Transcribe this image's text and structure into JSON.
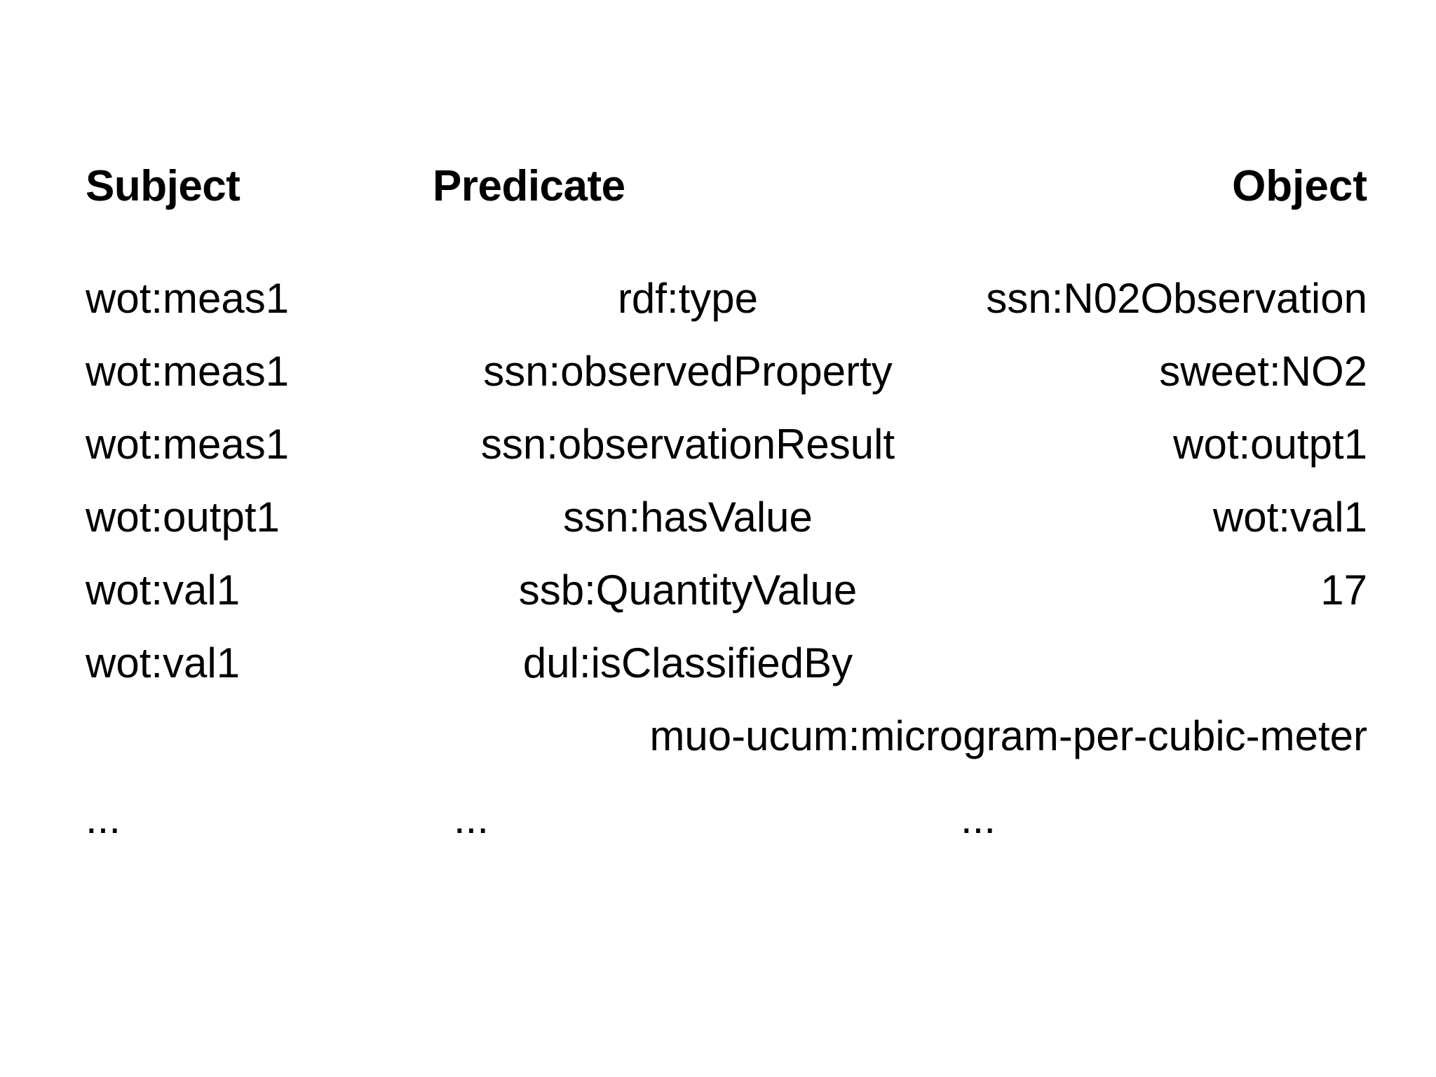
{
  "table": {
    "headers": {
      "subject": "Subject",
      "predicate": "Predicate",
      "object": "Object"
    },
    "rows": [
      {
        "subject": "wot:meas1",
        "predicate": "rdf:type",
        "object": "ssn:N02Observation"
      },
      {
        "subject": "wot:meas1",
        "predicate": "ssn:observedProperty",
        "object": "sweet:NO2"
      },
      {
        "subject": "wot:meas1",
        "predicate": "ssn:observationResult",
        "object": "wot:outpt1"
      },
      {
        "subject": "wot:outpt1",
        "predicate": "ssn:hasValue",
        "object": "wot:val1"
      },
      {
        "subject": "wot:val1",
        "predicate": "ssb:QuantityValue",
        "object": "17"
      },
      {
        "subject": "wot:val1",
        "predicate": "dul:isClassifiedBy",
        "object": ""
      }
    ],
    "wrapped_object": "muo-ucum:microgram-per-cubic-meter",
    "continuation": {
      "subject": "...",
      "predicate": "...",
      "object": "..."
    }
  },
  "colors": {
    "background": "#ffffff",
    "text": "#000000"
  }
}
